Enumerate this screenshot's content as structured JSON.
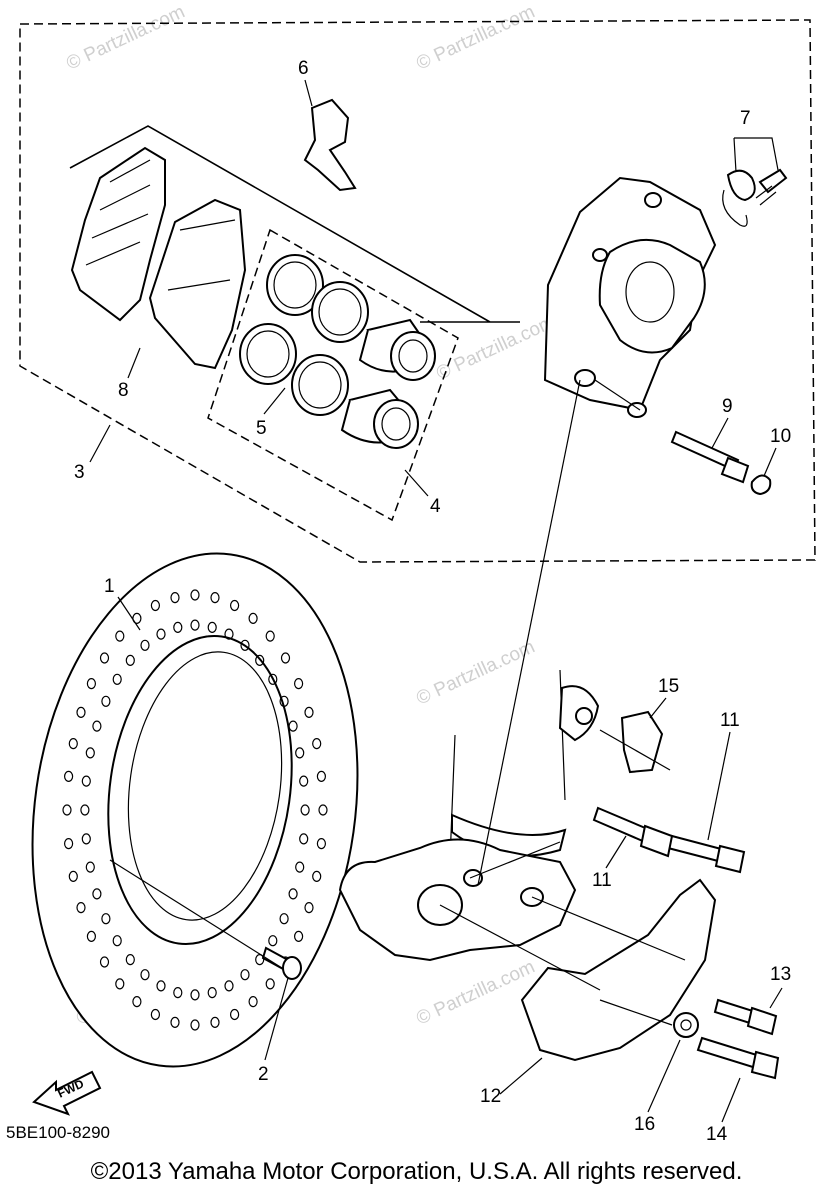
{
  "callouts": [
    {
      "id": "1",
      "label": "1"
    },
    {
      "id": "2",
      "label": "2"
    },
    {
      "id": "3",
      "label": "3"
    },
    {
      "id": "4",
      "label": "4"
    },
    {
      "id": "5",
      "label": "5"
    },
    {
      "id": "6",
      "label": "6"
    },
    {
      "id": "7",
      "label": "7"
    },
    {
      "id": "8",
      "label": "8"
    },
    {
      "id": "9",
      "label": "9"
    },
    {
      "id": "10",
      "label": "10"
    },
    {
      "id": "11a",
      "label": "11"
    },
    {
      "id": "11b",
      "label": "11"
    },
    {
      "id": "12",
      "label": "12"
    },
    {
      "id": "13",
      "label": "13"
    },
    {
      "id": "14",
      "label": "14"
    },
    {
      "id": "15",
      "label": "15"
    },
    {
      "id": "16",
      "label": "16"
    }
  ],
  "fwd_label": "FWD",
  "diagram_code": "5BE100-8290",
  "copyright": "©2013 Yamaha Motor Corporation, U.S.A. All rights reserved.",
  "watermark": "© Partzilla.com"
}
